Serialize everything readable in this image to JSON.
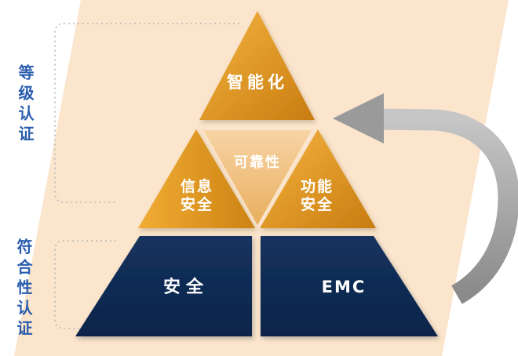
{
  "diagram": {
    "left_labels": {
      "grade_certification": "等级认证",
      "conformity_certification": "符合性认证"
    },
    "pyramid": {
      "top": "智能化",
      "middle_left_line1": "信息",
      "middle_left_line2": "安全",
      "middle_center": "可靠性",
      "middle_right_line1": "功能",
      "middle_right_line2": "安全",
      "bottom_left": "安全",
      "bottom_right": "EMC"
    },
    "colors": {
      "orange_light": "#f5b440",
      "orange_dark": "#c87c10",
      "tan_light": "#f7d4a4",
      "tan_dark": "#e9ae5e",
      "navy_light": "#15325e",
      "navy_dark": "#0a2449",
      "label_blue": "#2b5dae",
      "background_peach": "#fbe5cc",
      "arrow_gray_light": "#c9c9c9",
      "arrow_gray_dark": "#8f8f8f",
      "bracket_gray": "#b8b8b8"
    }
  }
}
